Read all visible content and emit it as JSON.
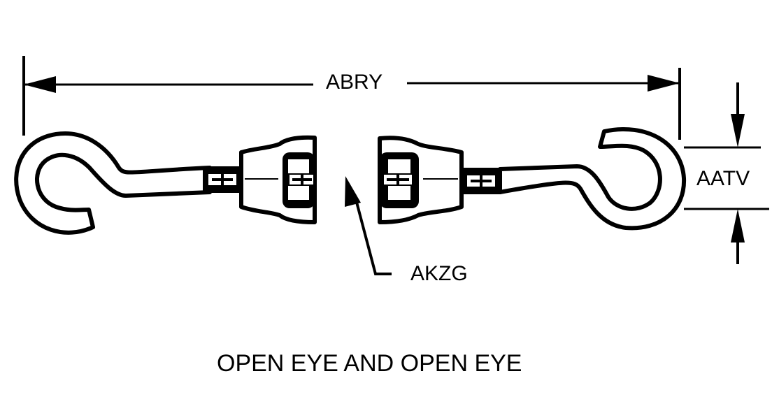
{
  "diagram": {
    "title": "OPEN EYE AND OPEN EYE",
    "labels": {
      "overall_length": "ABRY",
      "eye_inside_diameter": "AATV",
      "body_callout": "AKZG"
    },
    "colors": {
      "ink": "#000000",
      "paper": "#ffffff"
    }
  }
}
